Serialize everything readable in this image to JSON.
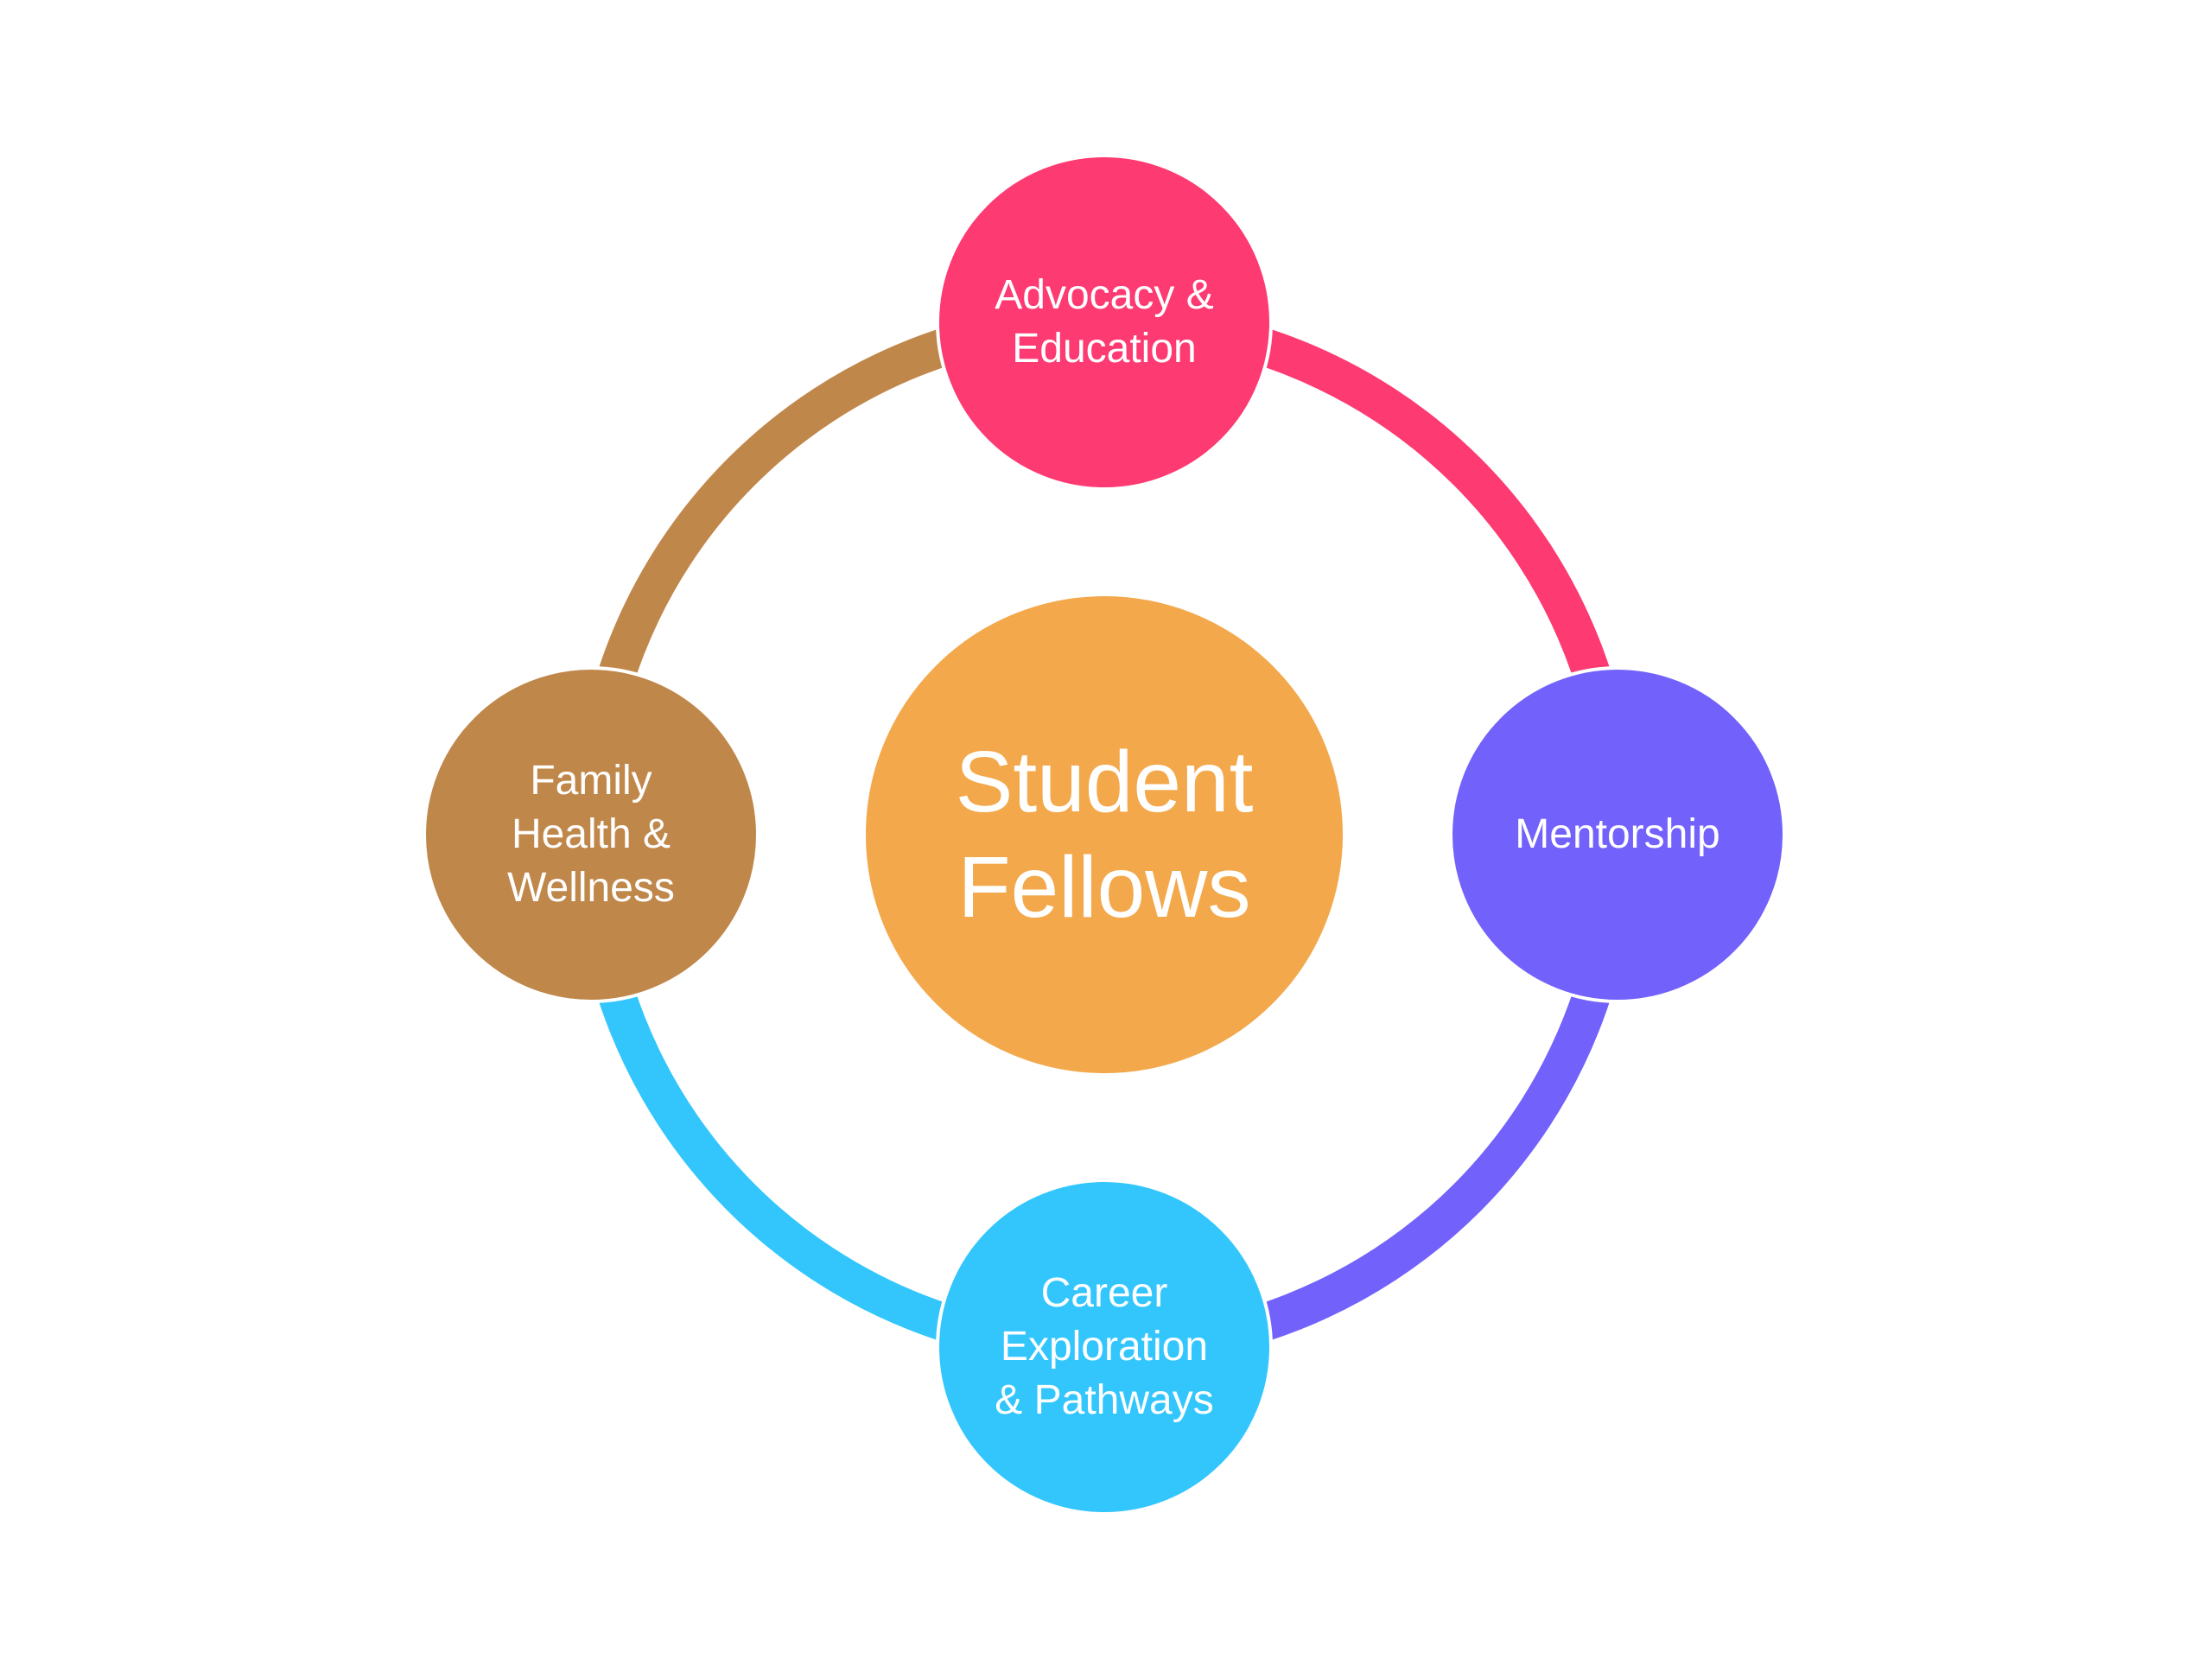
{
  "diagram": {
    "center": {
      "label": "Student\nFellows",
      "color": "#F3A84B"
    },
    "nodes": [
      {
        "id": "top",
        "label": "Advocacy &\nEducation",
        "color": "#FD3A72"
      },
      {
        "id": "right",
        "label": "Mentorship",
        "color": "#7262FB"
      },
      {
        "id": "bottom",
        "label": "Career\nExploration\n& Pathways",
        "color": "#33C6FD"
      },
      {
        "id": "left",
        "label": "Family\nHealth &\nWellness",
        "color": "#C0874A"
      }
    ],
    "ring_segments": [
      {
        "from": "top",
        "to": "right",
        "color": "#FD3A72"
      },
      {
        "from": "right",
        "to": "bottom",
        "color": "#7262FB"
      },
      {
        "from": "bottom",
        "to": "left",
        "color": "#33C6FD"
      },
      {
        "from": "left",
        "to": "top",
        "color": "#C0874A"
      }
    ]
  }
}
